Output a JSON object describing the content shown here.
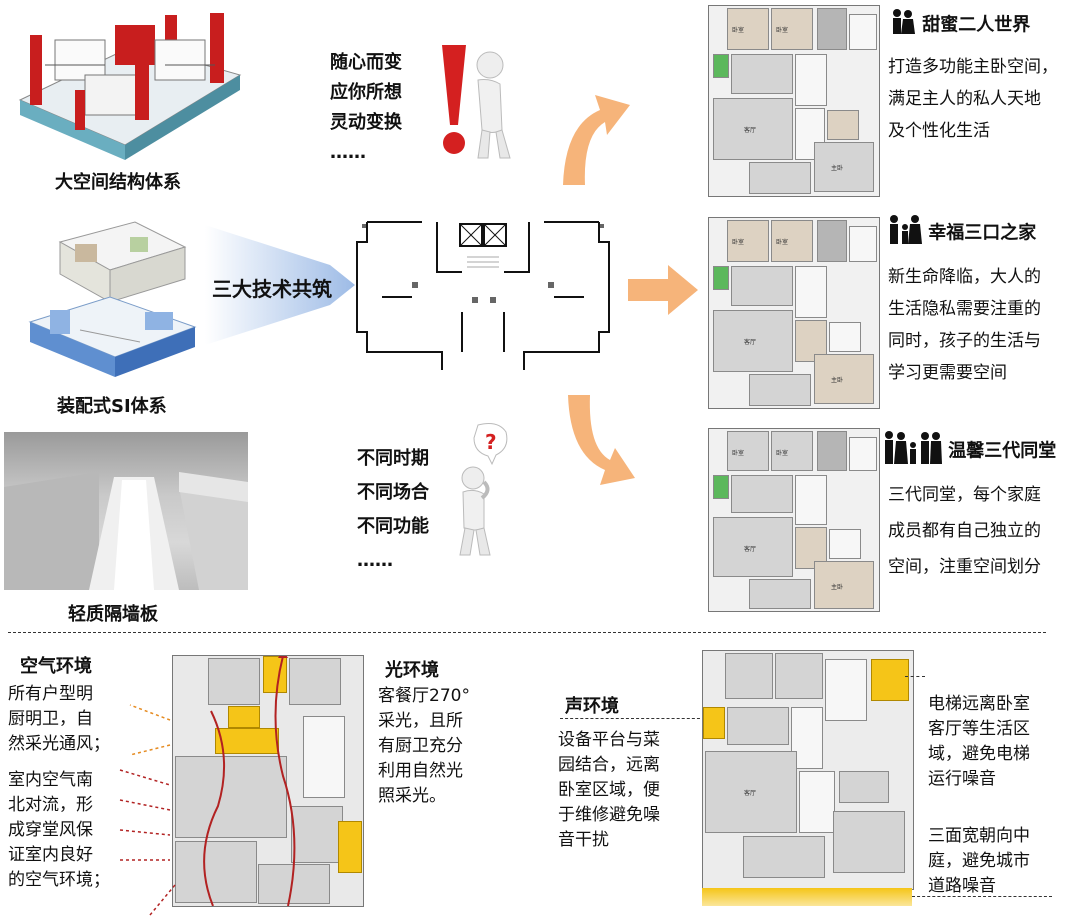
{
  "left": {
    "items": [
      {
        "label": "大空间结构体系",
        "icon": "structure-model-image"
      },
      {
        "label": "装配式SI体系",
        "icon": "si-system-image"
      },
      {
        "label": "轻质隔墙板",
        "icon": "partition-board-photo"
      }
    ],
    "banner": "三大技术共筑"
  },
  "middle": {
    "top_lines": [
      "随心而变",
      "应你所想",
      "灵动变换",
      "……"
    ],
    "bottom_lines": [
      "不同时期",
      "不同场合",
      "不同功能",
      "……"
    ]
  },
  "right": {
    "sections": [
      {
        "title": "甜蜜二人世界",
        "lines": [
          "打造多功能主卧空间，",
          "满足主人的私人天地",
          "及个性化生活"
        ]
      },
      {
        "title": "幸福三口之家",
        "lines": [
          "新生命降临，大人的",
          "生活隐私需要注重的",
          "同时，孩子的生活与",
          "学习更需要空间"
        ]
      },
      {
        "title": "温馨三代同堂",
        "lines": [
          "三代同堂，每个家庭",
          "成员都有自己独立的",
          "空间，注重空间划分"
        ]
      }
    ]
  },
  "bottom": {
    "air": {
      "title": "空气环境",
      "para1": [
        "所有户型明",
        "厨明卫，自",
        "然采光通风；"
      ],
      "para2": [
        "室内空气南",
        "北对流，形",
        "成穿堂风保",
        "证室内良好",
        "的空气环境；"
      ]
    },
    "light": {
      "title": "光环境",
      "lines": [
        "客餐厅270°",
        "采光，且所",
        "有厨卫充分",
        "利用自然光",
        "照采光。"
      ]
    },
    "sound": {
      "title": "声环境",
      "lines": [
        "设备平台与菜",
        "园结合，远离",
        "卧室区域，便",
        "于维修避免噪",
        "音干扰"
      ]
    },
    "elevator": {
      "lines": [
        "电梯远离卧室",
        "客厅等生活区",
        "域，避免电梯",
        "运行噪音"
      ]
    },
    "courtyard": {
      "lines": [
        "三面宽朝向中",
        "庭，避免城市",
        "道路噪音"
      ]
    }
  },
  "colors": {
    "accent_orange": "#f6b47a",
    "arrow_blue": "#a9c4e8",
    "highlight_yellow": "#f5c518",
    "red": "#d42020"
  }
}
